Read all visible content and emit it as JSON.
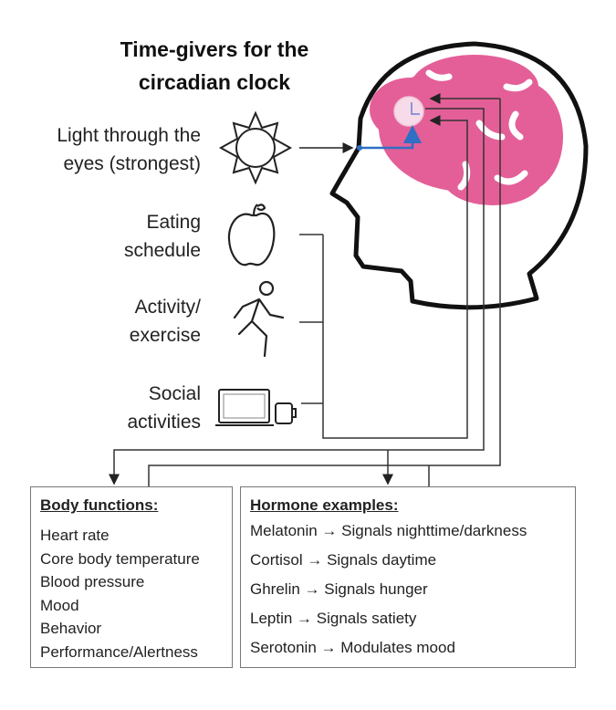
{
  "title": {
    "line1": "Time-givers for the",
    "line2": "circadian clock"
  },
  "time_givers": [
    {
      "line1": "Light through the",
      "line2": "eyes (strongest)",
      "icon": "sun-icon"
    },
    {
      "line1": "Eating",
      "line2": "schedule",
      "icon": "apple-icon"
    },
    {
      "line1": "Activity/",
      "line2": "exercise",
      "icon": "runner-icon"
    },
    {
      "line1": "Social",
      "line2": "activities",
      "icon": "laptop-phone-icon"
    }
  ],
  "body_functions": {
    "heading": "Body functions:",
    "items": [
      "Heart rate",
      "Core body temperature",
      "Blood pressure",
      "Mood",
      "Behavior",
      "Performance/Alertness"
    ]
  },
  "hormones": {
    "heading": "Hormone examples:",
    "items": [
      "Melatonin → Signals nighttime/darkness",
      "Cortisol → Signals daytime",
      "Ghrelin → Signals hunger",
      "Leptin → Signals satiety",
      "Serotonin → Modulates mood"
    ]
  },
  "colors": {
    "brain": "#e45f98",
    "clock": "#f7dbe8",
    "eye_path": "#2f6fc4",
    "lines": "#333333"
  }
}
